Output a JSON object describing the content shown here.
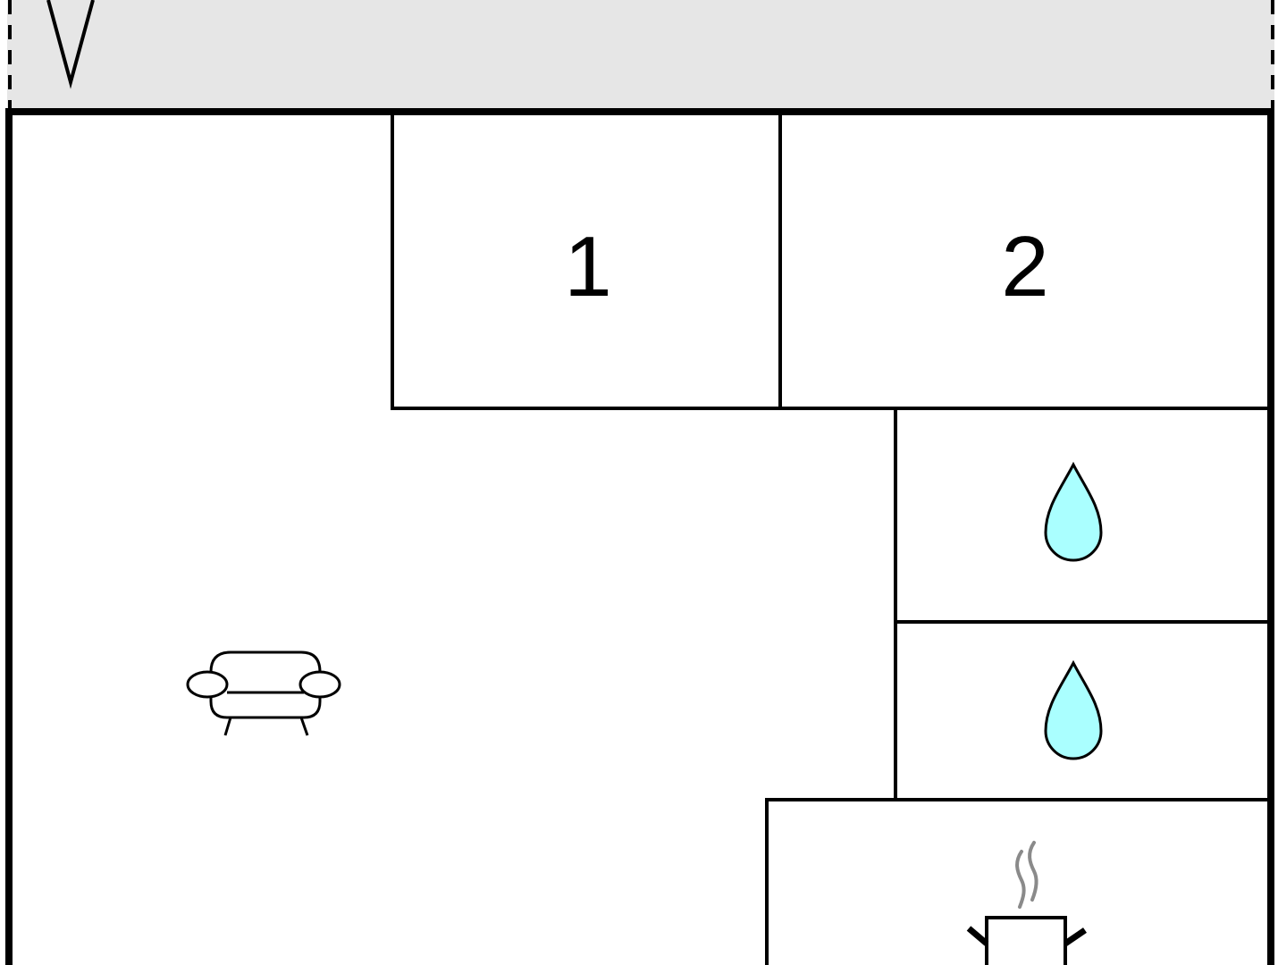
{
  "floorplan": {
    "rooms": [
      {
        "id": "bedroom-1",
        "label": "1"
      },
      {
        "id": "bedroom-2",
        "label": "2"
      },
      {
        "id": "bathroom-1",
        "icon": "water-drop-icon"
      },
      {
        "id": "bathroom-2",
        "icon": "water-drop-icon"
      },
      {
        "id": "kitchen",
        "icon": "cooking-pot-icon"
      },
      {
        "id": "living-room",
        "icon": "armchair-icon"
      }
    ],
    "terrace": {
      "icon": "north-arrow-icon"
    }
  },
  "colors": {
    "wall": "#000000",
    "terrace_fill": "#e6e6e6",
    "water": "#aaffff",
    "steam": "#8a8a8a",
    "background": "#ffffff"
  }
}
